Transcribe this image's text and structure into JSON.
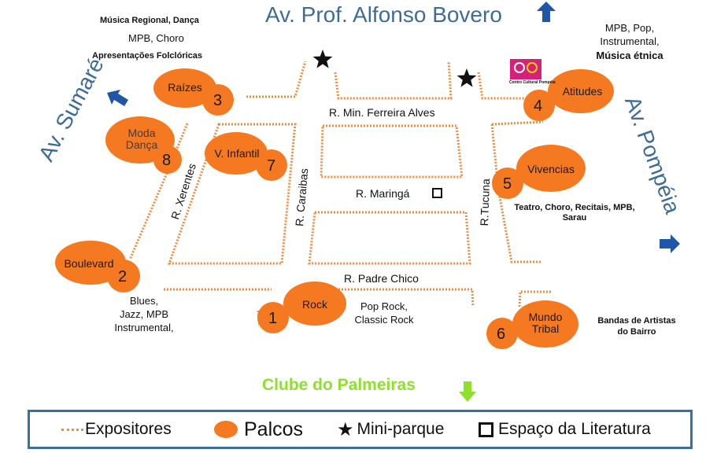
{
  "avenues": {
    "top": "Av. Prof. Alfonso Bovero",
    "left": "Av. Sumaré",
    "right": "Av. Pompéia",
    "bottom": "Clube do Palmeiras"
  },
  "streets": {
    "ferreira_alves": "R. Min. Ferreira Alves",
    "maringa": "R. Maringá",
    "padre_chico": "R. Padre Chico",
    "xerentes": "R. Xerentes",
    "caraibas": "R. Caraibas",
    "tucuna": "R.Tucuna"
  },
  "stages": [
    {
      "number": "1",
      "name": "Rock"
    },
    {
      "number": "2",
      "name": "Boulevard"
    },
    {
      "number": "3",
      "name": "Raízes"
    },
    {
      "number": "4",
      "name": "Atitudes"
    },
    {
      "number": "5",
      "name": "Vivencias"
    },
    {
      "number": "6",
      "name": "Mundo Tribal"
    },
    {
      "number": "7",
      "name": "V. Infantil"
    },
    {
      "number": "8",
      "name": "Moda Dança"
    }
  ],
  "descriptions": {
    "topleft_1": "Música Regional, Dança",
    "topleft_2": "MPB, Choro",
    "topleft_3": "Apresentações Folclóricas",
    "topright_1": "MPB, Pop,",
    "topright_2": "Instrumental,",
    "topright_3": "Música étnica",
    "stage5": "Teatro, Choro, Recitais, MPB,\nSarau",
    "stage2": "Blues,\nJazz, MPB\nInstrumental,",
    "stage1": "Pop Rock,\nClassic Rock",
    "stage6": "Bandas de Artistas\ndo Bairro"
  },
  "logo_caption": "Centro Cultural Pompéia",
  "legend": {
    "expositores": "Expositores",
    "palcos": "Palcos",
    "mini_parque": "Mini-parque",
    "espaco": "Espaço da Literatura"
  },
  "colors": {
    "stage": "#f47920",
    "expositor": "#f08a3c",
    "avenue": "#3d6c96",
    "arrow": "#1f56a8",
    "bottom": "#8ee12a",
    "legend_border": "#3a6f9e",
    "logo": "#d6217a"
  },
  "icons": {
    "mini_parque": "star-icon",
    "espaco": "square-icon",
    "direction": "arrow-icon"
  }
}
